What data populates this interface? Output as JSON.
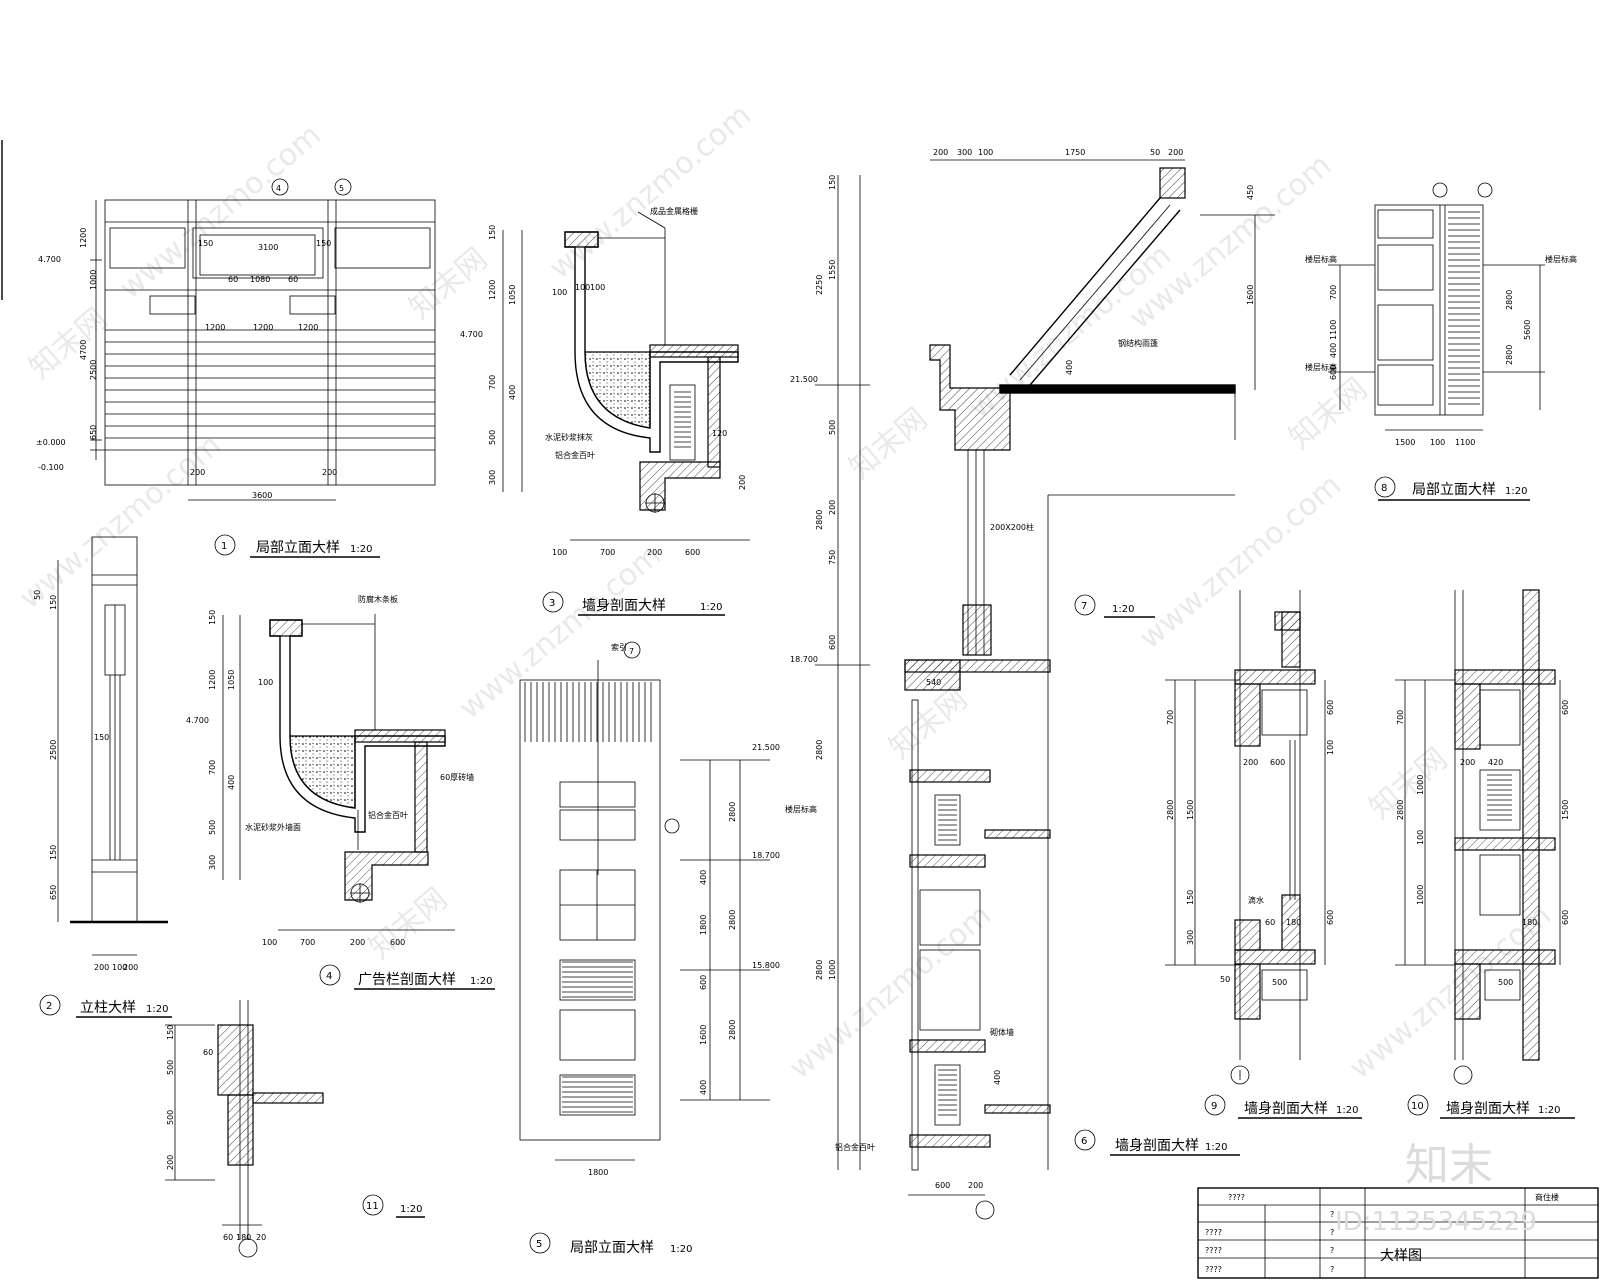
{
  "watermark": {
    "text": "www.znzmo.com",
    "brand": "知末网",
    "logo": "知末",
    "id": "ID:1135345229"
  },
  "details": {
    "d1": {
      "no": "1",
      "title": "局部立面大样",
      "scale": "1:20"
    },
    "d2": {
      "no": "2",
      "title": "立柱大样",
      "scale": "1:20"
    },
    "d3": {
      "no": "3",
      "title": "墙身剖面大样",
      "scale": "1:20"
    },
    "d4": {
      "no": "4",
      "title": "广告栏剖面大样",
      "scale": "1:20"
    },
    "d5": {
      "no": "5",
      "title": "局部立面大样",
      "scale": "1:20"
    },
    "d6": {
      "no": "6",
      "title": "墙身剖面大样",
      "scale": "1:20"
    },
    "d7": {
      "no": "7",
      "scale": "1:20"
    },
    "d8": {
      "no": "8",
      "title": "局部立面大样",
      "scale": "1:20"
    },
    "d9": {
      "no": "9",
      "title": "墙身剖面大样",
      "scale": "1:20"
    },
    "d10": {
      "no": "10",
      "title": "墙身剖面大样",
      "scale": "1:20"
    },
    "d11": {
      "no": "11",
      "scale": "1:20"
    }
  },
  "dims": {
    "d1": {
      "top_h": "1200",
      "w3100": "3100",
      "h4700": "4700",
      "h2500": "2500",
      "h650": "650",
      "h1000": "1000",
      "w1200a": "1200",
      "w1200b": "1200",
      "w1200c": "1200",
      "w1080": "1080",
      "w3600": "3600",
      "w200": "200",
      "lv4700": "4.700",
      "lv0": "±0.000",
      "lvm": "-0.100",
      "x60": "60",
      "x150": "150"
    },
    "d2": {
      "w200a": "200",
      "w100": "100",
      "w200b": "200",
      "h2500": "2500",
      "h650": "650",
      "h150": "150",
      "h50": "50",
      "w150": "150"
    },
    "d3": {
      "h150": "150",
      "h1200": "1200",
      "h1050": "1050",
      "h700": "700",
      "h400": "400",
      "h500": "500",
      "h300": "300",
      "w100": "100",
      "w700": "700",
      "w200": "200",
      "w600": "600",
      "lv4700": "4.700",
      "n120": "120",
      "n200": "200",
      "n100": "100",
      "note1": "成品金属格栅",
      "note2": "水泥砂浆抹灰",
      "note3": "铝合金百叶"
    },
    "d4": {
      "h150": "150",
      "h1200": "1200",
      "h1050": "1050",
      "h700": "700",
      "h400": "400",
      "h500": "500",
      "h300": "300",
      "w100": "100",
      "w700": "700",
      "w200": "200",
      "w600": "600",
      "lv4700": "4.700",
      "note1": "防腐木条板",
      "note2": "水泥砂浆外墙面",
      "note3": "60厚砖墙",
      "note4": "铝合金百叶"
    },
    "d5": {
      "lv21500": "21.500",
      "lv18700": "18.700",
      "lv15800": "15.800",
      "h2800a": "2800",
      "h2800b": "2800",
      "h2800c": "2800",
      "h1800": "1800",
      "h1600": "1600",
      "h400": "400",
      "h600": "600",
      "w1800": "1800",
      "mark": "索引"
    },
    "d6": {
      "w200": "200",
      "w300": "300",
      "w100": "100",
      "w1750": "1750",
      "w50": "50",
      "w200b": "200",
      "h450": "450",
      "h1600": "1600",
      "h400": "400",
      "h150a": "150",
      "h2250": "2250",
      "h1550": "1550",
      "h2800a": "2800",
      "h2800b": "2800",
      "h2800c": "2800",
      "lv21500": "21.500",
      "lv18700": "18.700",
      "w600": "600",
      "w200c": "200",
      "w540": "540",
      "h500": "500",
      "h200": "200",
      "h750": "750",
      "h600": "600",
      "h1000": "1000",
      "note1": "钢结构雨篷",
      "note2": "200X200柱",
      "note3": "楼层标高",
      "note4": "铝合金百叶",
      "note5": "砌体墙"
    },
    "d8": {
      "h700": "700",
      "h1100": "1100",
      "h400": "400",
      "h600": "600",
      "h2800a": "2800",
      "h2800b": "2800",
      "h5600": "5600",
      "w1500": "1500",
      "w100": "100",
      "w1100": "1100",
      "lvnote": "楼层标高"
    },
    "d9": {
      "h700": "700",
      "h1500": "1500",
      "h2800": "2800",
      "h600": "600",
      "w200": "200",
      "w600": "600",
      "w500": "500",
      "h100": "100",
      "h300": "300",
      "h150": "150",
      "w50": "50",
      "n60": "60",
      "n180": "180",
      "note": "滴水"
    },
    "d10": {
      "h700": "700",
      "h1000a": "1000",
      "h1000b": "1000",
      "h2800": "2800",
      "h600": "600",
      "w200": "200",
      "w420": "420",
      "w500": "500",
      "h100": "100",
      "n180": "180",
      "n1500": "1500"
    },
    "d11": {
      "h150": "150",
      "h500a": "500",
      "h500b": "500",
      "h200": "200",
      "w60": "60",
      "w180": "180",
      "w20": "20",
      "n60": "60"
    }
  },
  "title_block": {
    "project": "商住楼",
    "drawing": "大样图",
    "rows": [
      "????",
      "????",
      "????",
      "????"
    ],
    "marks": [
      "?",
      "?",
      "?",
      "?"
    ]
  },
  "colors": {
    "line": "#000000",
    "watermark": "#d8d8d8"
  }
}
